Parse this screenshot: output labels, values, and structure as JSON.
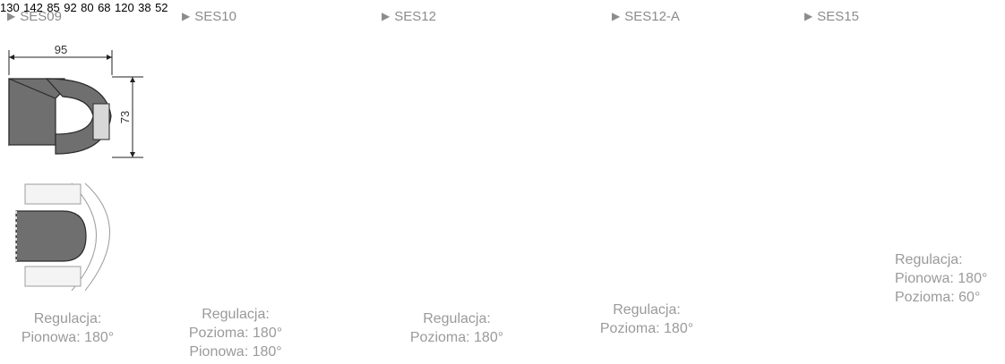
{
  "arrow_glyph": "▶",
  "models": [
    {
      "name": "SES09",
      "dimensions": {
        "width": "95",
        "height": "73"
      },
      "adjustment_label": "Regulacja:",
      "adjustment_lines": [
        "Pionowa: 180°"
      ]
    },
    {
      "name": "SES10",
      "dimensions": {
        "width": "130",
        "height": "142"
      },
      "adjustment_label": "Regulacja:",
      "adjustment_lines": [
        "Pozioma: 180°",
        "Pionowa: 180°"
      ]
    },
    {
      "name": "SES12",
      "dimensions": {
        "width": "85",
        "height": "92"
      },
      "adjustment_label": "Regulacja:",
      "adjustment_lines": [
        "Pozioma: 180°"
      ]
    },
    {
      "name": "SES12-A",
      "dimensions": {
        "width": "80",
        "height": "68"
      },
      "adjustment_label": "Regulacja:",
      "adjustment_lines": [
        "Pozioma: 180°"
      ]
    },
    {
      "name": "SES15",
      "dimensions": {
        "width": "120",
        "height_inner": "38",
        "height": "52"
      },
      "adjustment_label": "Regulacja:",
      "adjustment_lines": [
        "Pionowa: 180°",
        "Pozioma: 60°"
      ]
    }
  ],
  "colors": {
    "title": "#8c8c8c",
    "note": "#9a9a9a",
    "housing": "#6f6f6f",
    "housing_dark": "#5a5a5a",
    "lens": "#d8d8d8",
    "ghost_outline": "#9c9c9c",
    "dimension_line": "#222222"
  }
}
